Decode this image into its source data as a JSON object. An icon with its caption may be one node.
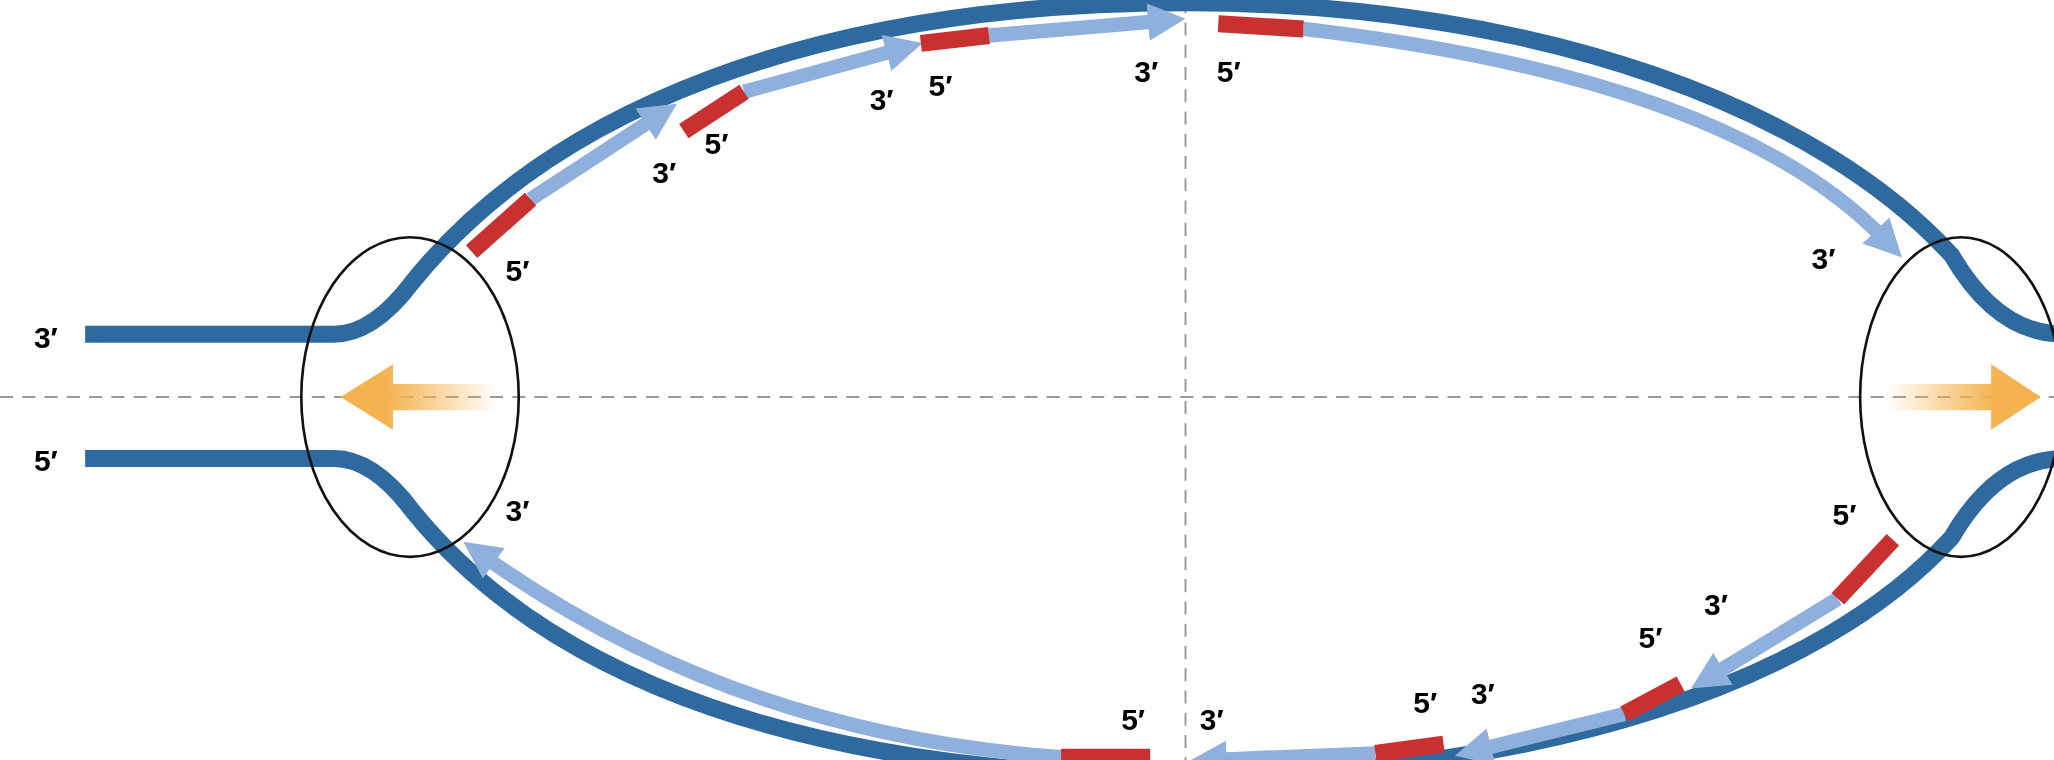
{
  "diagram": {
    "labels": [
      "3′",
      "5′",
      "5′",
      "3′",
      "5′",
      "3′",
      "3′",
      "5′",
      "3′",
      "5′",
      "3′",
      "5′",
      "3′",
      "5′",
      "3′",
      "5′",
      "5′",
      "3′"
    ]
  }
}
